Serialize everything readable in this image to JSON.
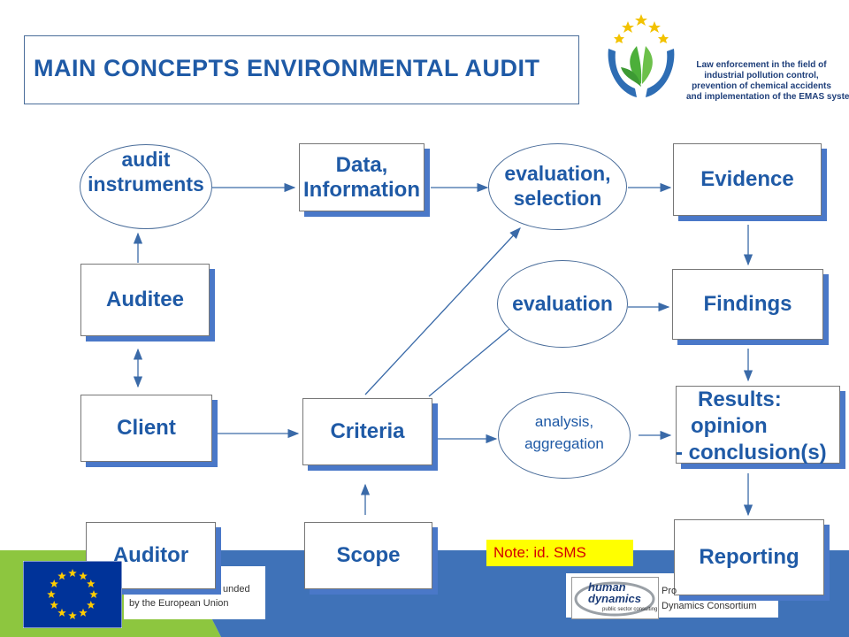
{
  "title": "MAIN CONCEPTS ENVIRONMENTAL AUDIT",
  "logo": {
    "line1": "Law enforcement in the field of",
    "line2": "industrial pollution control,",
    "line3": "prevention of chemical accidents",
    "line4": "and implementation of the EMAS system"
  },
  "nodes": {
    "audit_instruments": [
      "audit",
      "instruments"
    ],
    "data_information": [
      "Data,",
      "Information"
    ],
    "evaluation_selection": [
      "evaluation,",
      "selection"
    ],
    "evidence": "Evidence",
    "auditee": "Auditee",
    "evaluation": "evaluation",
    "findings": "Findings",
    "client": "Client",
    "criteria": "Criteria",
    "analysis_aggregation": [
      "analysis,",
      "aggregation"
    ],
    "results": [
      "Results:",
      "opinion",
      "- conclusion(s)"
    ],
    "auditor": "Auditor",
    "scope": "Scope",
    "reporting": "Reporting"
  },
  "note": "Note: id. SMS",
  "footer": {
    "funded_line1": "unded",
    "funded_line2": "by the European Union",
    "consortium_line1": "Pro",
    "consortium_line2": "Dynamics Consortium",
    "hd_logo_line1": "human",
    "hd_logo_line2": "dynamics",
    "hd_logo_line3": "public sector consulting"
  },
  "colors": {
    "text_blue": "#1f5aa6",
    "shadow_blue": "#4a78c8",
    "footer_green": "#8dc63f",
    "footer_blue": "#3f72b8",
    "eu_blue": "#003399",
    "eu_star": "#ffcc00",
    "note_bg": "#ffff00",
    "note_text": "#d40000"
  }
}
